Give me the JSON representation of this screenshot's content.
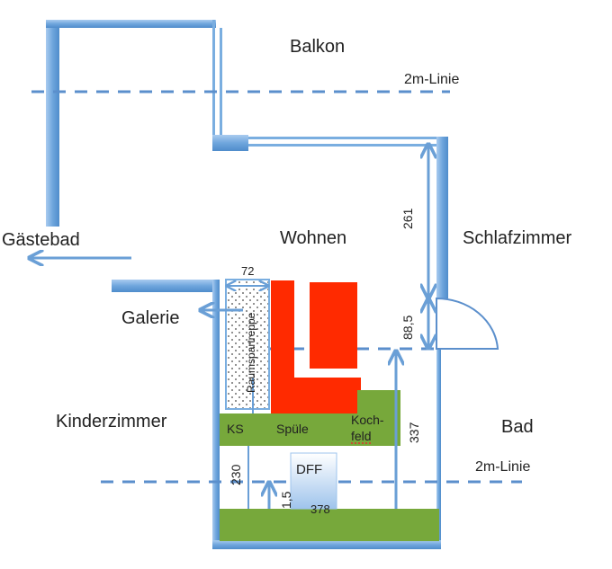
{
  "rooms": {
    "balkon": "Balkon",
    "gaestebad": "Gästebad",
    "wohnen": "Wohnen",
    "schlafzimmer": "Schlafzimmer",
    "galerie": "Galerie",
    "kinderzimmer": "Kinderzimmer",
    "bad": "Bad"
  },
  "lines": {
    "two_m_line_top": "2m-Linie",
    "two_m_line_bottom": "2m-Linie"
  },
  "dimensions": {
    "d261": "261",
    "d88_5": "88,5",
    "d72": "72",
    "d337": "337",
    "d230": "230",
    "d1_5": "1,5",
    "d378": "378"
  },
  "fixtures": {
    "stair": "Raumspartreppe",
    "ks": "KS",
    "spuele": "Spüle",
    "kochfeld_line1": "Koch-",
    "kochfeld_line2": "feld",
    "dff": "DFF"
  },
  "colors": {
    "wall": "#7aaee0",
    "wall_edge": "#5d95cf",
    "dash": "#5b8fcc",
    "arrow": "#6a9fd6",
    "red": "#ff2a00",
    "green": "#77a83b"
  }
}
